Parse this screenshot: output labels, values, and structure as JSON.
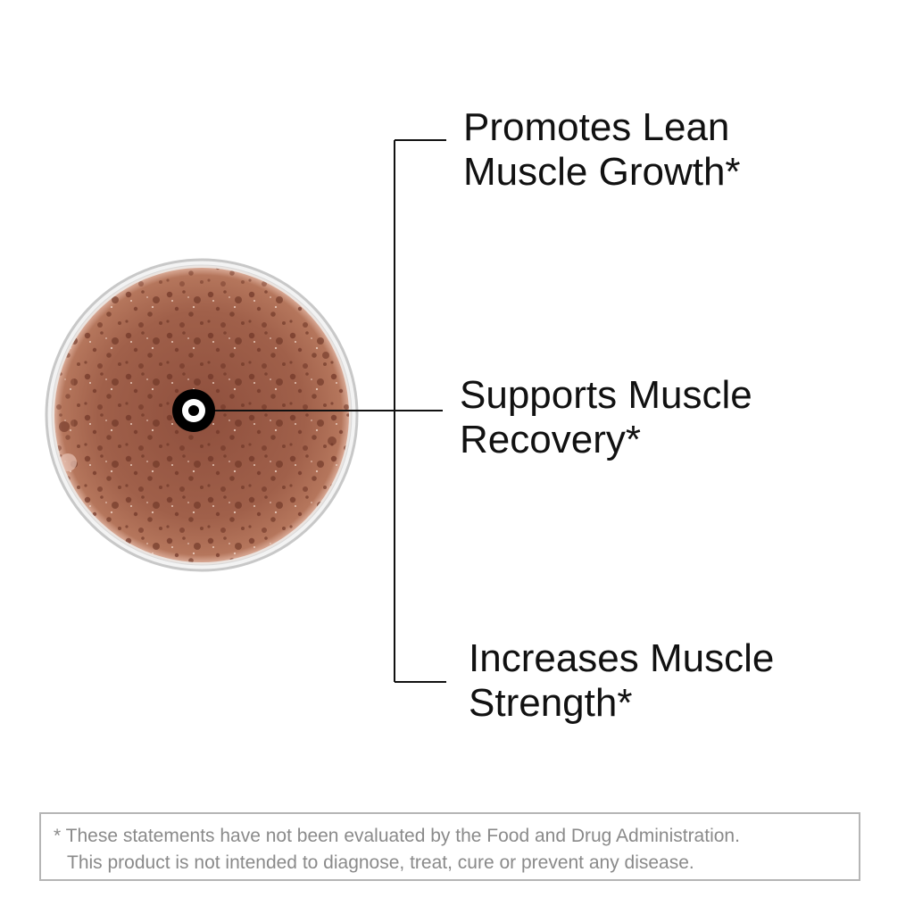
{
  "benefits": [
    {
      "line1": "Promotes Lean",
      "line2": "Muscle Growth*"
    },
    {
      "line1": "Supports Muscle",
      "line2": "Recovery*"
    },
    {
      "line1": "Increases Muscle",
      "line2": "Strength*"
    }
  ],
  "disclaimer": {
    "line1": "* These statements have not been evaluated by the Food and Drug Administration.",
    "line2": "This product is not intended to diagnose, treat, cure or prevent any disease."
  },
  "colors": {
    "drink": "#9a5a45",
    "glass_rim": "#c8c8c8",
    "connector": "#111111",
    "disclaimer_border": "#b5b5b5",
    "disclaimer_text": "#8a8a8a"
  },
  "icons": {
    "marker": "target-ring-icon"
  }
}
